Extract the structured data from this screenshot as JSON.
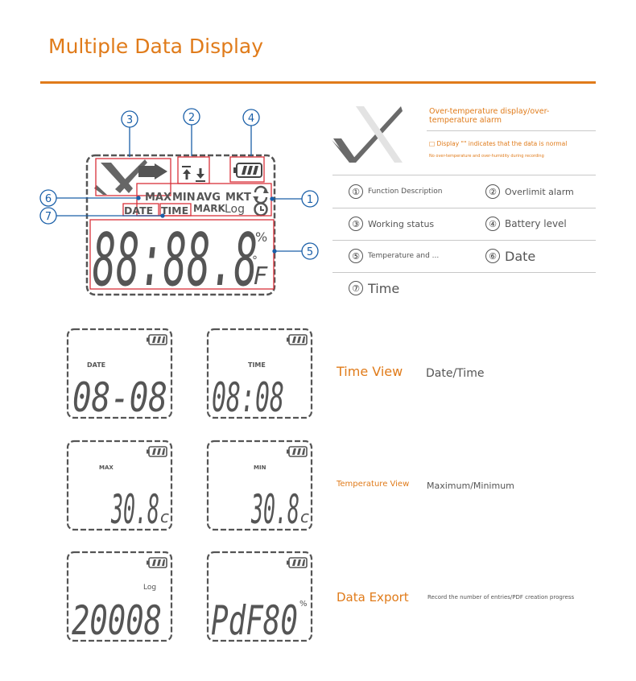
{
  "header": {
    "title": "Multiple Data Display"
  },
  "main_lcd": {
    "callouts": [
      "①",
      "②",
      "③",
      "④",
      "⑤",
      "⑥",
      "⑦"
    ],
    "labels": {
      "max": "MAX",
      "min": "MIN",
      "avg": "AVG",
      "mkt": "MKT",
      "mark": "MARK",
      "log": "Log",
      "date": "DATE",
      "time": "TIME",
      "percent": "%",
      "deg_c": "°",
      "deg_f": "F"
    },
    "digits": "88:88.8"
  },
  "alarm_info": {
    "heading": "Over-temperature display/over-temperature alarm",
    "line1": "Display \"\" indicates that the data is normal",
    "line2": "No over-temperature and over-humidity during recording"
  },
  "legend": [
    {
      "num": "①",
      "text": "Function Description"
    },
    {
      "num": "②",
      "text": "Overlimit alarm"
    },
    {
      "num": "③",
      "text": "Working status"
    },
    {
      "num": "④",
      "text": "Battery level"
    },
    {
      "num": "⑤",
      "text": "Temperature and ..."
    },
    {
      "num": "⑥",
      "text": "Date"
    },
    {
      "num": "⑦",
      "text": "Time"
    }
  ],
  "panels": [
    {
      "label": "DATE",
      "value": "08-08",
      "suffix": ""
    },
    {
      "label": "TIME",
      "value": "08:08",
      "suffix": ""
    },
    {
      "label": "MAX",
      "value": "30.8",
      "suffix": "c"
    },
    {
      "label": "MIN",
      "value": "30.8",
      "suffix": "c"
    },
    {
      "label": "Log",
      "value": "20008",
      "suffix": ""
    },
    {
      "label": "",
      "value": "PdF80",
      "suffix": "%"
    }
  ],
  "views": [
    {
      "title": "Time View",
      "desc": "Date/Time"
    },
    {
      "title": "Temperature View",
      "desc": "Maximum/Minimum"
    },
    {
      "title": "Data Export",
      "desc": "Record the number of entries/PDF creation progress"
    }
  ],
  "colors": {
    "accent": "#e07b1a",
    "callout": "#1a5fa8",
    "highlight": "#d8313a",
    "lcd": "#555555"
  }
}
